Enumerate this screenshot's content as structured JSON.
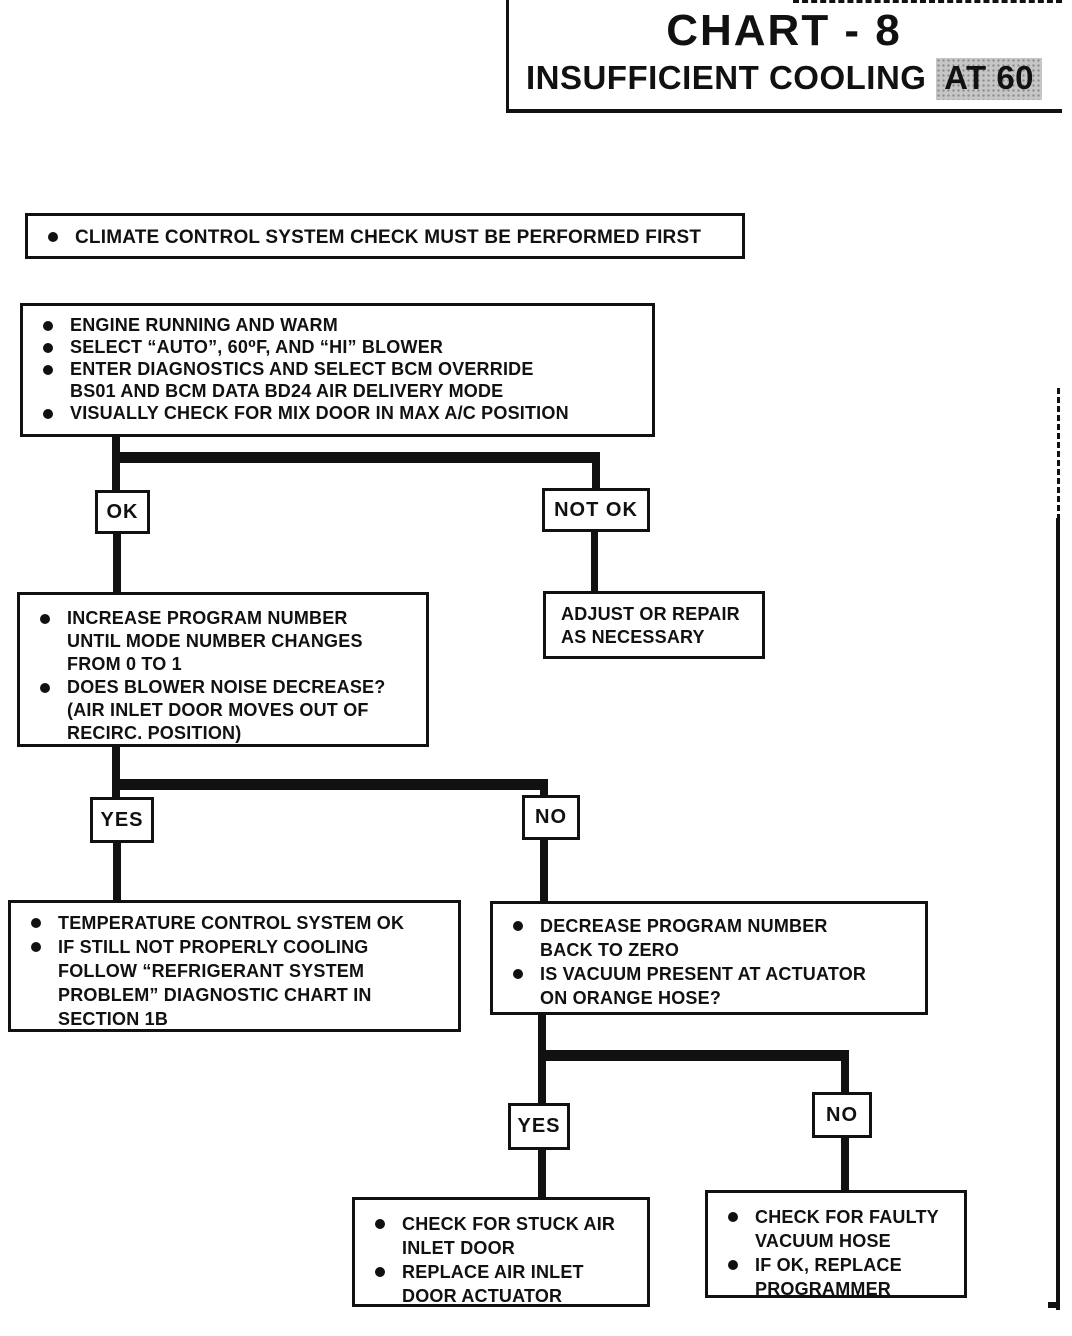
{
  "title": {
    "line1": "CHART - 8",
    "line2_prefix": "INSUFFICIENT COOLING ",
    "line2_highlight": "AT 60"
  },
  "nodes": {
    "precheck": {
      "bullets": [
        "CLIMATE CONTROL SYSTEM CHECK MUST BE PERFORMED FIRST"
      ]
    },
    "setup": {
      "bullets": [
        "ENGINE RUNNING AND WARM",
        "SELECT “AUTO”, 60⁰F, AND “HI” BLOWER",
        "ENTER DIAGNOSTICS AND SELECT BCM OVERRIDE\nBS01 AND BCM DATA BD24 AIR DELIVERY MODE",
        "VISUALLY CHECK FOR MIX DOOR IN MAX A/C POSITION"
      ]
    },
    "ok_label": "OK",
    "not_ok_label": "NOT OK",
    "increase": {
      "bullets": [
        "INCREASE PROGRAM NUMBER\nUNTIL MODE NUMBER CHANGES\nFROM 0 TO 1",
        "DOES BLOWER NOISE DECREASE?\n(AIR INLET DOOR MOVES OUT OF\nRECIRC. POSITION)"
      ]
    },
    "adjust": {
      "text": "ADJUST OR REPAIR\nAS NECESSARY"
    },
    "yes1_label": "YES",
    "no1_label": "NO",
    "temp_ok": {
      "bullets": [
        "TEMPERATURE CONTROL SYSTEM OK",
        "IF STILL NOT PROPERLY COOLING\nFOLLOW “REFRIGERANT SYSTEM\nPROBLEM” DIAGNOSTIC CHART IN\nSECTION 1B"
      ]
    },
    "decrease": {
      "bullets": [
        "DECREASE PROGRAM NUMBER\nBACK TO ZERO",
        "IS VACUUM PRESENT AT ACTUATOR\nON ORANGE HOSE?"
      ]
    },
    "yes2_label": "YES",
    "no2_label": "NO",
    "stuck_door": {
      "bullets": [
        "CHECK FOR STUCK AIR\nINLET DOOR",
        "REPLACE AIR INLET\nDOOR ACTUATOR"
      ]
    },
    "faulty_hose": {
      "bullets": [
        "CHECK FOR FAULTY\nVACUUM HOSE",
        "IF OK, REPLACE\nPROGRAMMER"
      ]
    }
  },
  "colors": {
    "ink": "#111111",
    "paper": "#ffffff",
    "highlight_bg": "#c6c6c6"
  }
}
